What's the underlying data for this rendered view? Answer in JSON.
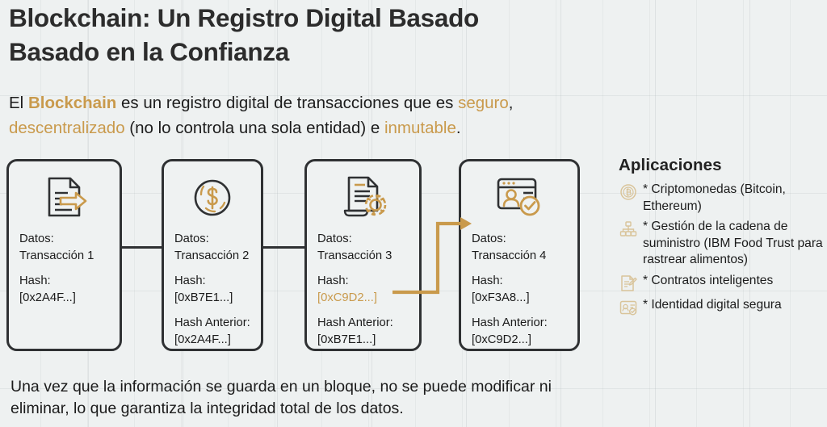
{
  "title": "Blockchain: Un Registro Digital Basado\nBasado en la Confianza",
  "intro": {
    "t1": "El ",
    "kw1": "Blockchain",
    "t2": " es un registro digital de transacciones que es ",
    "kw2": "seguro",
    "t3": ",",
    "kw3": "descentralizado",
    "t4": " (no lo controla una sola entidad) e ",
    "kw4": "inmutable",
    "t5": "."
  },
  "chain": {
    "blocks": [
      {
        "icon": "document-arrow-icon",
        "data_label": "Datos:",
        "data_value": "Transacción 1",
        "hash_label": "Hash:",
        "hash_value": "[0x2A4F...]",
        "hash_highlighted": false,
        "prev_label": "",
        "prev_value": ""
      },
      {
        "icon": "coin-dollar-icon",
        "data_label": "Datos:",
        "data_value": "Transacción 2",
        "hash_label": "Hash:",
        "hash_value": "[0xB7E1...]",
        "hash_highlighted": false,
        "prev_label": "Hash Anterior:",
        "prev_value": "[0x2A4F...]"
      },
      {
        "icon": "document-gear-icon",
        "data_label": "Datos:",
        "data_value": "Transacción 3",
        "hash_label": "Hash:",
        "hash_value": "[0xC9D2...]",
        "hash_highlighted": true,
        "prev_label": "Hash Anterior:",
        "prev_value": "[0xB7E1...]"
      },
      {
        "icon": "identity-verified-icon",
        "data_label": "Datos:",
        "data_value": "Transacción 4",
        "hash_label": "Hash:",
        "hash_value": "[0xF3A8...]",
        "hash_highlighted": false,
        "prev_label": "Hash Anterior:",
        "prev_value": "[0xC9D2...]"
      }
    ]
  },
  "applications": {
    "title": "Aplicaciones",
    "items": [
      {
        "icon": "bitcoin-coin-icon",
        "bullet": "*",
        "label": "Criptomonedas (Bitcoin, Ethereum)"
      },
      {
        "icon": "supply-chain-icon",
        "bullet": "*",
        "label": "Gestión de la cadena de suministro (IBM Food Trust para rastrear alimentos)"
      },
      {
        "icon": "smart-contract-icon",
        "bullet": "*",
        "label": "Contratos inteligentes"
      },
      {
        "icon": "digital-identity-icon",
        "bullet": "*",
        "label": "Identidad digital segura"
      }
    ]
  },
  "footer": "Una vez que la información se guarda en un bloque, no se puede modificar ni eliminar, lo que garantiza la integridad total de los datos.",
  "colors": {
    "accent": "#c99a4c",
    "ink": "#2f3133",
    "background": "#eef1f1"
  }
}
